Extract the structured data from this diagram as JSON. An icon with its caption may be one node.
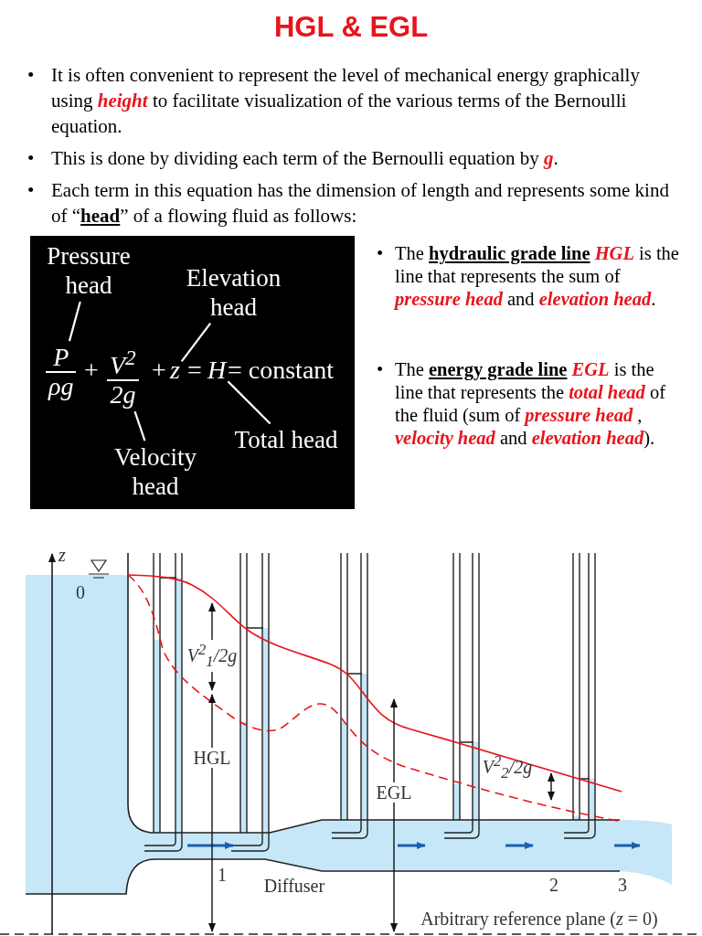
{
  "diagram": {
    "title": "HGL & EGL",
    "nodes": [
      {
        "text": [],
        "shape": "box"
      },
      {
        "text": [
          "Pressure head"
        ],
        "in": 0
      },
      {
        "text": [
          "Elevation head"
        ],
        "in": 0
      },
      {
        "text": [
          "P",
          "ρg"
        ],
        "in": 0
      },
      {
        "text": [
          "V$^{2}$",
          "2g"
        ],
        "in": 0
      },
      {
        "text": [
          "z"
        ],
        "in": 0
      },
      {
        "text": [
          "H"
        ],
        "in": 0
      },
      {
        "text": [
          "Total head"
        ],
        "in": 0
      },
      {
        "text": [
          "Velocity head"
        ],
        "in": 0
      }
    ],
    "edges": [
      {
        "from": 1,
        "to": 3,
        "arrow": "none"
      },
      {
        "from": 2,
        "to": 5,
        "arrow": "none"
      },
      {
        "from": 8,
        "to": 4,
        "arrow": "none"
      },
      {
        "from": 7,
        "to": 6,
        "arrow": "none"
      }
    ],
    "labels": [
      "•",
      "It is often convenient to represent the level of mechanical energy graphically using *height* to facilitate visualization of the various terms of the Bernoulli equation.",
      "•",
      "This is done by dividing each term of the Bernoulli equation by *g*.",
      "•",
      "Each term in this equation has the dimension of length and represents some kind of “**head**” of a flowing fluid as follows:",
      "+",
      "+",
      "=",
      "= constant",
      "•",
      "The **hydraulic grade line** *HGL* is the line that represents the sum of *pressure head* and *elevation head*.",
      "•",
      "The **energy grade line** *EGL* is the line that represents the *total head* of the fluid (sum of *pressure head* , *velocity head* and *elevation head*).",
      "z",
      "0",
      "V$^{2}$$_{1}$/2g",
      "HGL",
      "EGL",
      "1",
      "Diffuser",
      "V$^{2}$$_{2}$/2g",
      "2",
      "3",
      "Arbitrary reference plane (*z* = 0)"
    ]
  }
}
